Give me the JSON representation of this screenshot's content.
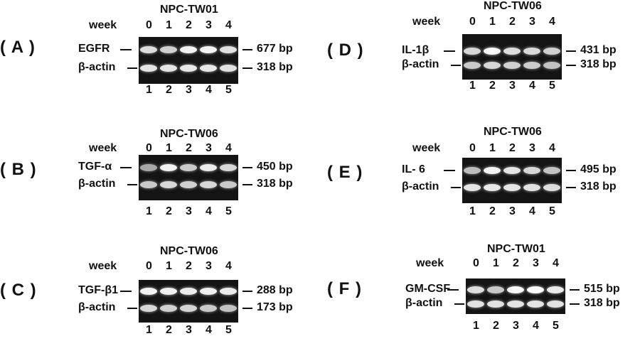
{
  "figure": {
    "week_label": "week",
    "weeks": [
      "0",
      "1",
      "2",
      "3",
      "4"
    ],
    "lanes": [
      "1",
      "2",
      "3",
      "4",
      "5"
    ],
    "panels": [
      {
        "letter": "( A )",
        "cell": "NPC-TW01",
        "target": "EGFR",
        "target_bp": "677 bp",
        "control": "β-actin",
        "control_bp": "318 bp",
        "target_intensity": [
          0.75,
          0.65,
          0.9,
          0.92,
          0.78
        ],
        "control_intensity": [
          0.8,
          0.8,
          0.82,
          0.82,
          0.78
        ]
      },
      {
        "letter": "( B )",
        "cell": "NPC-TW06",
        "target": "TGF-α",
        "target_bp": "450 bp",
        "control": "β-actin",
        "control_bp": "318 bp",
        "target_intensity": [
          0.35,
          0.9,
          0.6,
          0.85,
          0.7
        ],
        "control_intensity": [
          0.6,
          0.7,
          0.65,
          0.7,
          0.6
        ]
      },
      {
        "letter": "( C )",
        "cell": "NPC-TW06",
        "target": "TGF-β1",
        "target_bp": "288 bp",
        "control": "β-actin",
        "control_bp": "173 bp",
        "target_intensity": [
          0.9,
          0.88,
          0.85,
          0.88,
          0.85
        ],
        "control_intensity": [
          0.7,
          0.65,
          0.68,
          0.6,
          0.55
        ]
      },
      {
        "letter": "( D )",
        "cell": "NPC-TW06",
        "target": "IL-1β",
        "target_bp": "431 bp",
        "control": "β-actin",
        "control_bp": "318 bp",
        "target_intensity": [
          0.7,
          0.95,
          0.75,
          0.72,
          0.65
        ],
        "control_intensity": [
          0.6,
          0.7,
          0.65,
          0.62,
          0.55
        ]
      },
      {
        "letter": "( E )",
        "cell": "NPC-TW06",
        "target": "IL- 6",
        "target_bp": "495 bp",
        "control": "β-actin",
        "control_bp": "318 bp",
        "target_intensity": [
          0.5,
          0.9,
          0.8,
          0.7,
          0.55
        ],
        "control_intensity": [
          0.8,
          0.82,
          0.8,
          0.78,
          0.75
        ]
      },
      {
        "letter": "( F )",
        "cell": "NPC-TW01",
        "target": "GM-CSF",
        "target_bp": "515 bp",
        "control": "β-actin",
        "control_bp": "318 bp",
        "target_intensity": [
          0.75,
          0.6,
          0.95,
          0.97,
          0.85
        ],
        "control_intensity": [
          0.78,
          0.78,
          0.8,
          0.8,
          0.78
        ]
      }
    ]
  }
}
